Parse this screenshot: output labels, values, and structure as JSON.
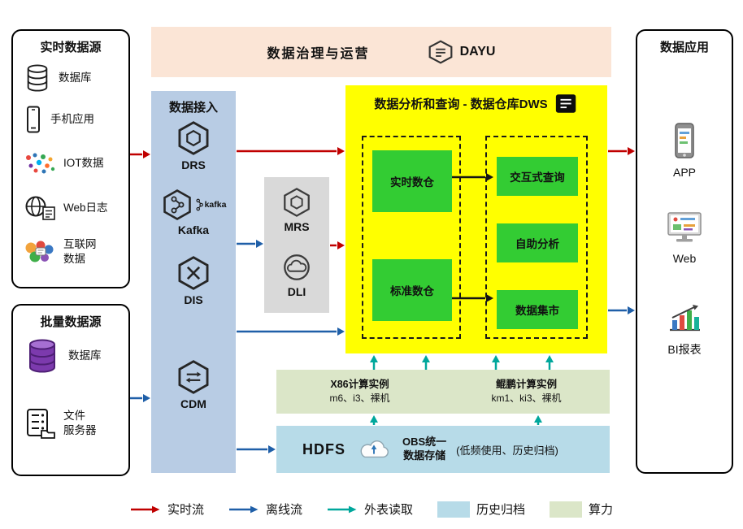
{
  "colors": {
    "flow_realtime": "#c00000",
    "flow_offline": "#1f5fa8",
    "flow_external": "#00a79c",
    "archive_fill": "#b7dbe8",
    "compute_fill": "#dbe6c8",
    "dws_fill": "#ffff00",
    "module_fill": "#33cc33",
    "ingestion_fill": "#b8cce4",
    "processing_fill": "#d9d9d9",
    "banner_fill": "#fbe5d6"
  },
  "banner": {
    "title": "数据治理与运营",
    "logo": "DAYU"
  },
  "realtime_sources": {
    "title": "实时数据源",
    "items": [
      {
        "label": "数据库"
      },
      {
        "label": "手机应用"
      },
      {
        "label": "IOT数据"
      },
      {
        "label": "Web日志"
      },
      {
        "label": "互联网\n数据"
      }
    ]
  },
  "batch_sources": {
    "title": "批量数据源",
    "items": [
      {
        "label": "数据库"
      },
      {
        "label": "文件\n服务器"
      }
    ]
  },
  "ingestion": {
    "title": "数据接入",
    "services": [
      {
        "label": "DRS"
      },
      {
        "label": "Kafka",
        "badge": "kafka"
      },
      {
        "label": "DIS"
      },
      {
        "label": "CDM"
      }
    ]
  },
  "processing": {
    "services": [
      {
        "label": "MRS"
      },
      {
        "label": "DLI"
      }
    ]
  },
  "dws": {
    "title": "数据分析和查询 - 数据仓库DWS",
    "realtime_modules": [
      {
        "label": "实时数仓"
      },
      {
        "label": "标准数仓"
      }
    ],
    "query_modules": [
      {
        "label": "交互式查询"
      },
      {
        "label": "自助分析"
      },
      {
        "label": "数据集市"
      }
    ]
  },
  "compute": {
    "clusters": [
      {
        "title": "X86计算实例",
        "spec": "m6、i3、裸机"
      },
      {
        "title": "鲲鹏计算实例",
        "spec": "km1、ki3、裸机"
      }
    ]
  },
  "storage": {
    "hdfs": "HDFS",
    "obs_line1": "OBS统一",
    "obs_line2": "数据存储",
    "note": "(低频使用、历史归档)"
  },
  "applications": {
    "title": "数据应用",
    "items": [
      {
        "label": "APP"
      },
      {
        "label": "Web"
      },
      {
        "label": "BI报表"
      }
    ]
  },
  "legend": {
    "items": [
      {
        "label": "实时流"
      },
      {
        "label": "离线流"
      },
      {
        "label": "外表读取"
      },
      {
        "label": "历史归档"
      },
      {
        "label": "算力"
      }
    ]
  }
}
